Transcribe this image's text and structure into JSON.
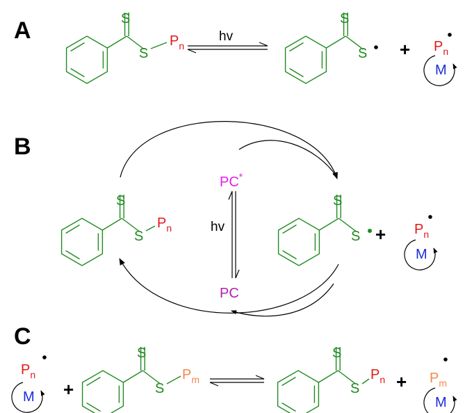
{
  "panels": {
    "a": {
      "label": "A",
      "hv": "hv"
    },
    "b": {
      "label": "B",
      "hv": "hv",
      "pc_excited": "PC",
      "pc_excited_mark": "*",
      "pc_ground": "PC"
    },
    "c": {
      "label": "C"
    }
  },
  "atoms": {
    "sulfur": "S",
    "polymer": "P",
    "monomer": "M"
  },
  "subscripts": {
    "n": "n",
    "m": "m"
  },
  "symbols": {
    "plus": "+"
  },
  "colors": {
    "raft_agent": "#1f8a1f",
    "polymer_n": "#e31919",
    "polymer_m": "#f5894a",
    "monomer": "#1a2ed6",
    "photocatalyst_excited": "#e81ce8",
    "photocatalyst_ground": "#b020b0",
    "arrows": "#000000"
  }
}
